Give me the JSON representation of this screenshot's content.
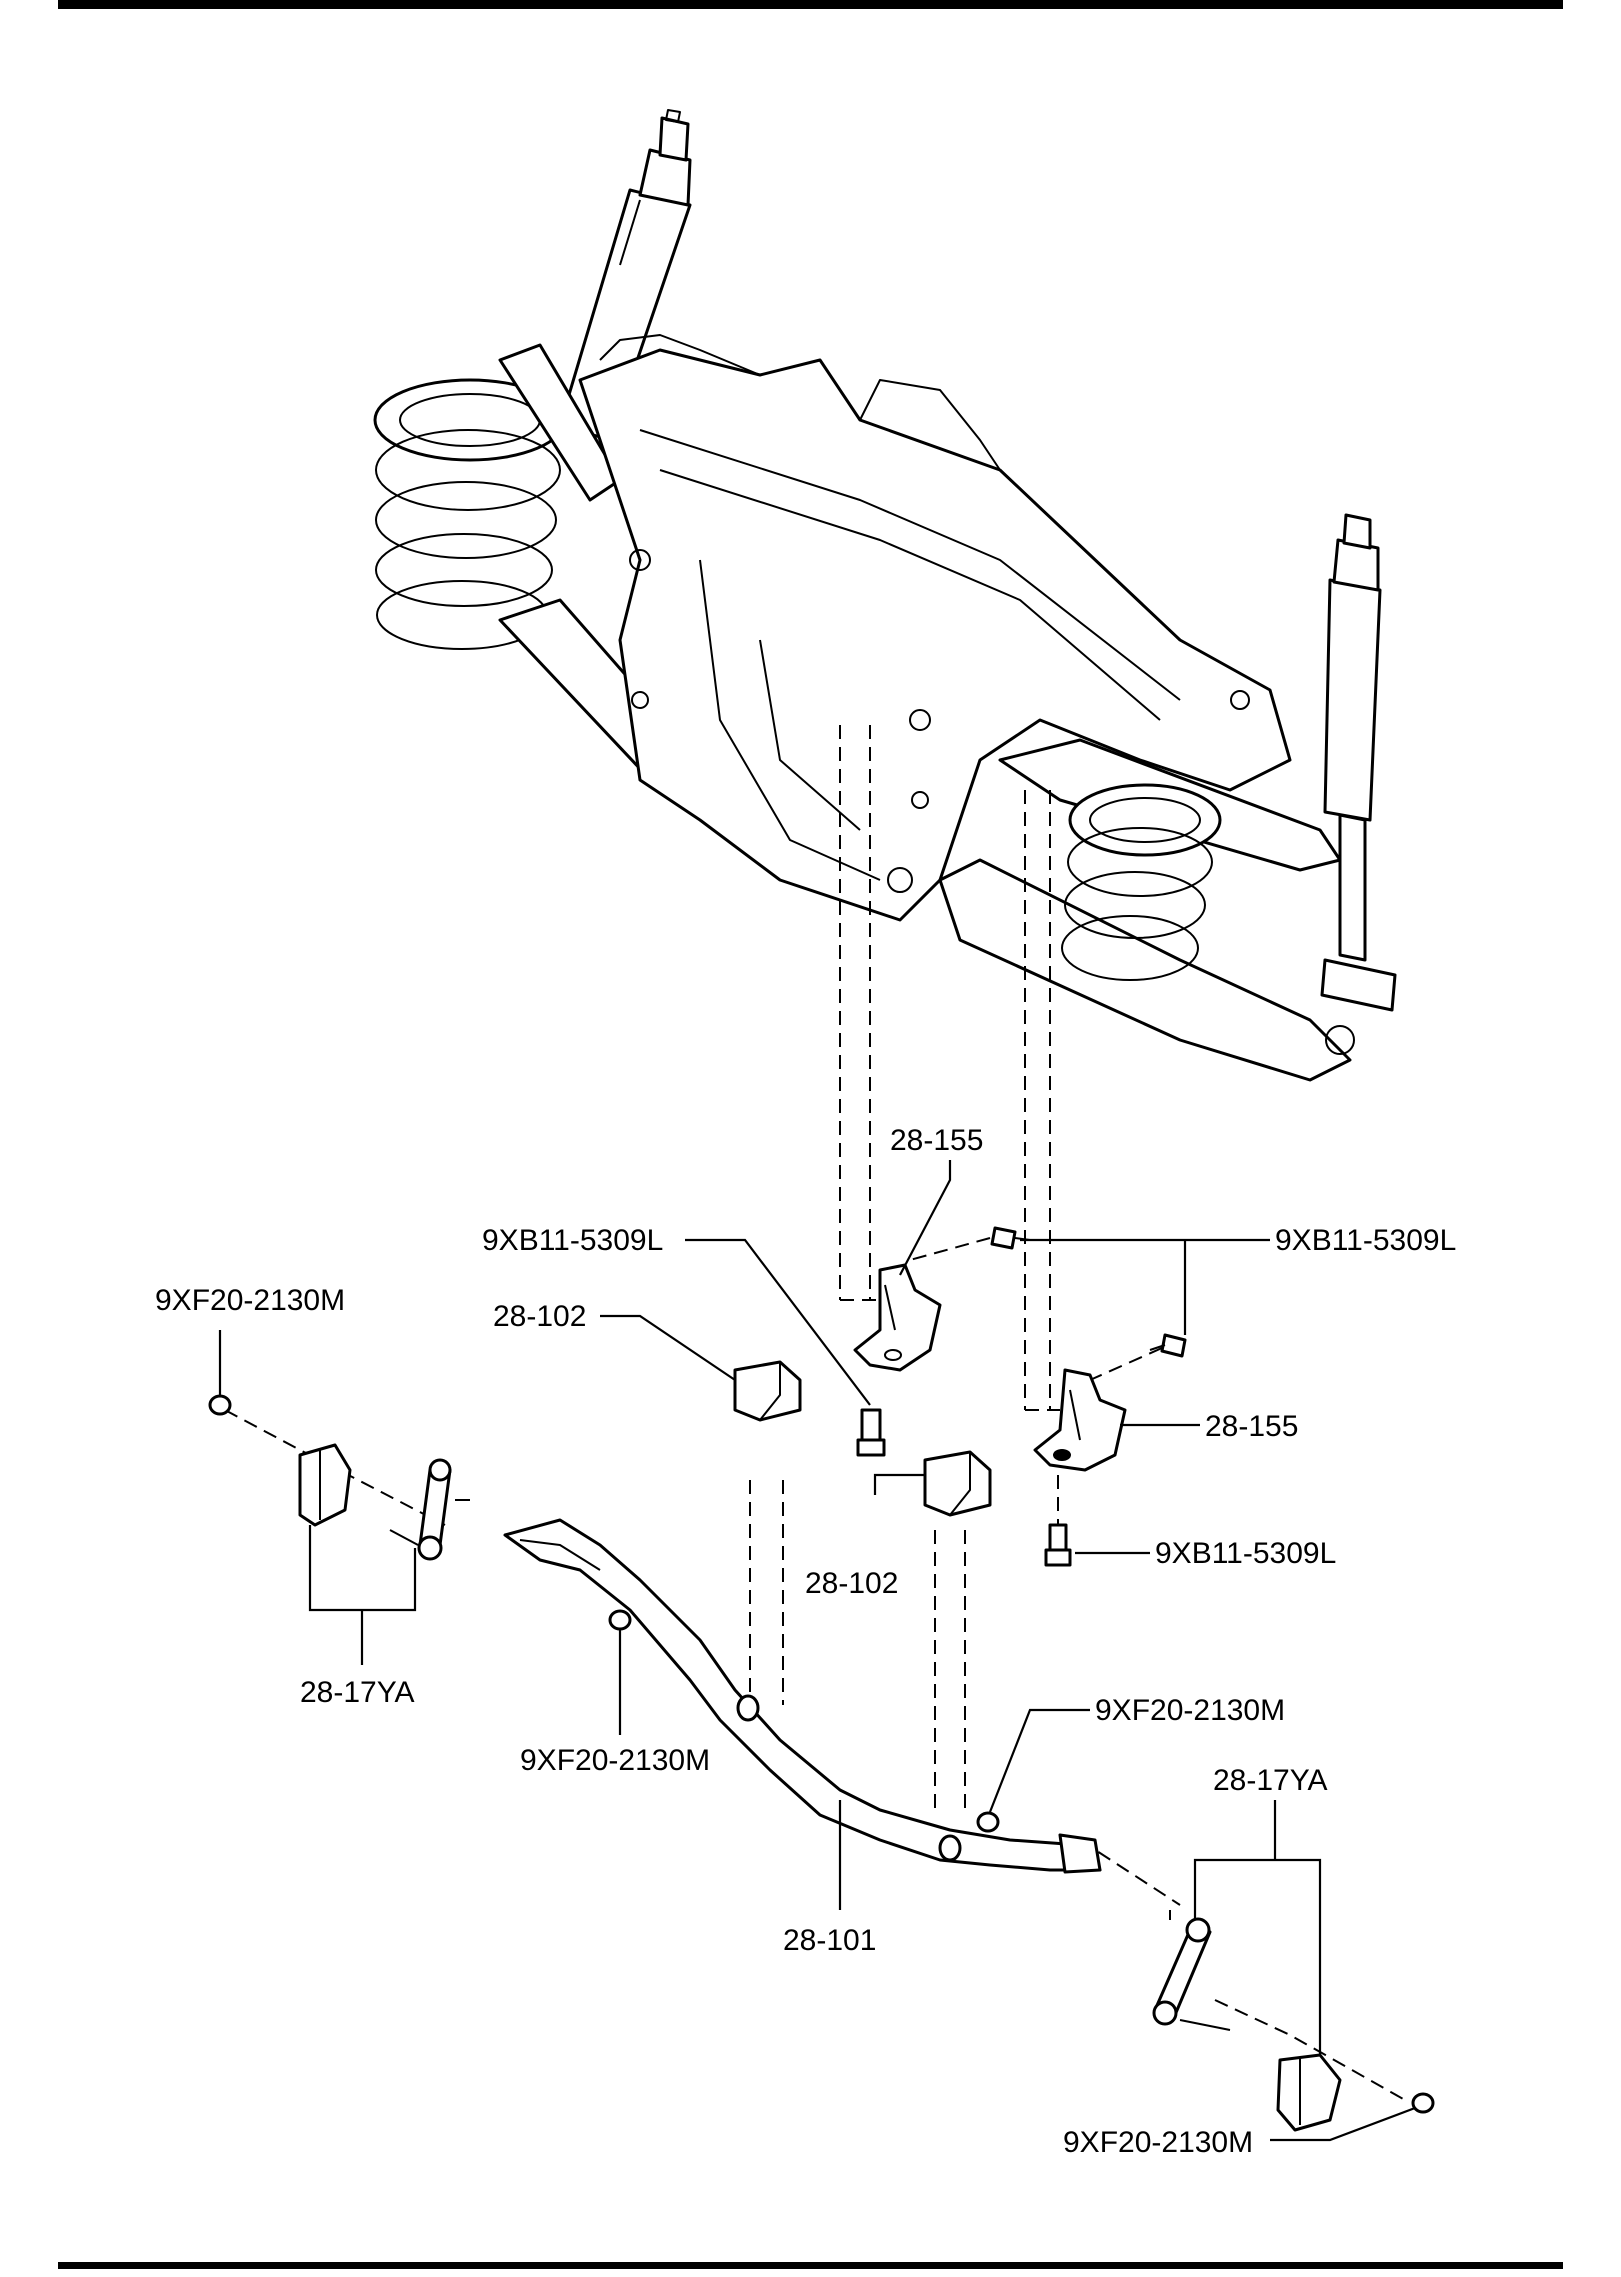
{
  "labels": {
    "bracket_upper": "28-155",
    "bracket_lower": "28-155",
    "bolt_upper_left": "9XB11-5309L",
    "bolt_upper_right": "9XB11-5309L",
    "bolt_lower_right": "9XB11-5309L",
    "nut_top_left": "9XF20-2130M",
    "nut_bar_left": "9XF20-2130M",
    "nut_bar_right": "9XF20-2130M",
    "nut_bottom_right": "9XF20-2130M",
    "bushing_upper": "28-102",
    "bushing_lower": "28-102",
    "link_left": "28-17YA",
    "link_right": "28-17YA",
    "stabilizer_bar": "28-101"
  }
}
